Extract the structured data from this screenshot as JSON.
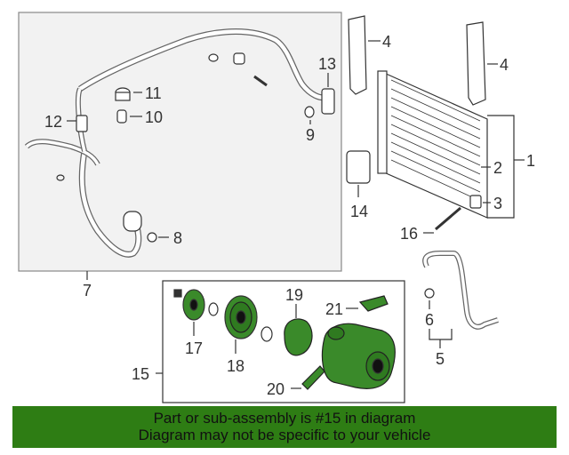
{
  "callouts": {
    "c1": "1",
    "c2": "2",
    "c3": "3",
    "c4a": "4",
    "c4b": "4",
    "c5": "5",
    "c6": "6",
    "c7": "7",
    "c8": "8",
    "c9": "9",
    "c10": "10",
    "c11": "11",
    "c12": "12",
    "c13": "13",
    "c14": "14",
    "c15": "15",
    "c16": "16",
    "c17": "17",
    "c18": "18",
    "c19": "19",
    "c20": "20",
    "c21": "21"
  },
  "banner": {
    "line1": "Part or sub-assembly is #15 in diagram",
    "line2": "Diagram may not be specific to your vehicle"
  },
  "colors": {
    "banner_bg": "#2e7d14",
    "highlight_part": "#2f8a1f",
    "line_art": "#333333"
  }
}
